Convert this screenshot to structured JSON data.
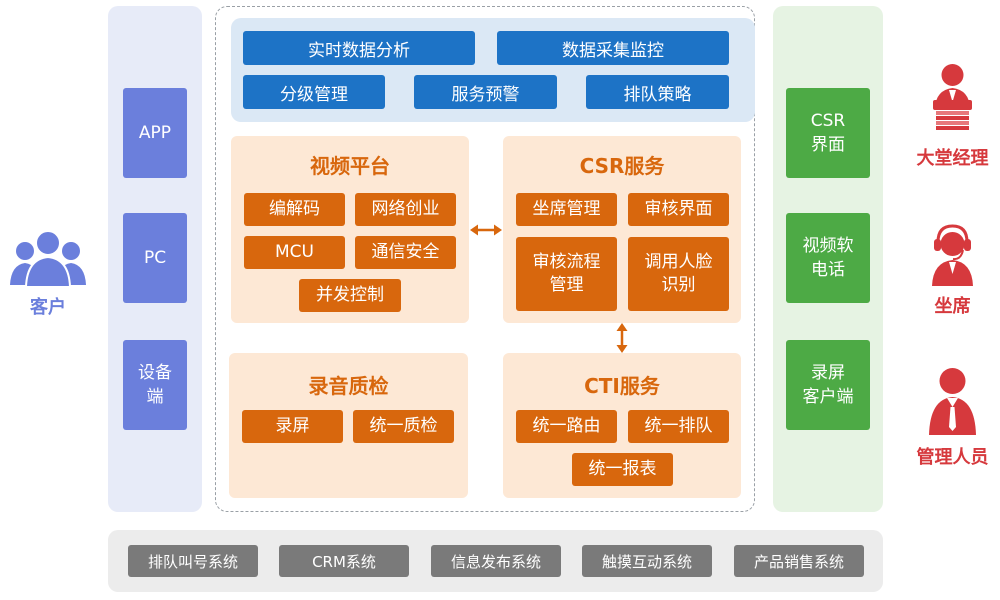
{
  "left_actor": {
    "icon": "customers-icon",
    "label": "客户"
  },
  "client_channels": [
    "APP",
    "PC",
    "设备\n端"
  ],
  "top_functions": {
    "row1": [
      "实时数据分析",
      "数据采集监控"
    ],
    "row2": [
      "分级管理",
      "服务预警",
      "排队策略"
    ]
  },
  "video_platform": {
    "title": "视频平台",
    "items": [
      "编解码",
      "网络创业",
      "MCU",
      "通信安全",
      "并发控制"
    ]
  },
  "csr_service": {
    "title": "CSR服务",
    "items": [
      "坐席管理",
      "审核界面",
      "审核流程\n管理",
      "调用人脸\n识别"
    ]
  },
  "recording_qc": {
    "title": "录音质检",
    "items": [
      "录屏",
      "统一质检"
    ]
  },
  "cti_service": {
    "title": "CTI服务",
    "items": [
      "统一路由",
      "统一排队",
      "统一报表"
    ]
  },
  "agent_tools": [
    "CSR\n界面",
    "视频软\n电话",
    "录屏\n客户端"
  ],
  "right_actors": [
    {
      "icon": "lobby-manager-icon",
      "label": "大堂经理"
    },
    {
      "icon": "agent-headset-icon",
      "label": "坐席"
    },
    {
      "icon": "manager-icon",
      "label": "管理人员"
    }
  ],
  "bottom_systems": [
    "排队叫号系统",
    "CRM系统",
    "信息发布系统",
    "触摸互动系统",
    "产品销售系统"
  ],
  "colors": {
    "blue": "#1d73c6",
    "orange": "#d8670d",
    "green": "#4daa45",
    "purple": "#6b7fdc",
    "red": "#d6393d",
    "gray": "#7a7a7a"
  }
}
